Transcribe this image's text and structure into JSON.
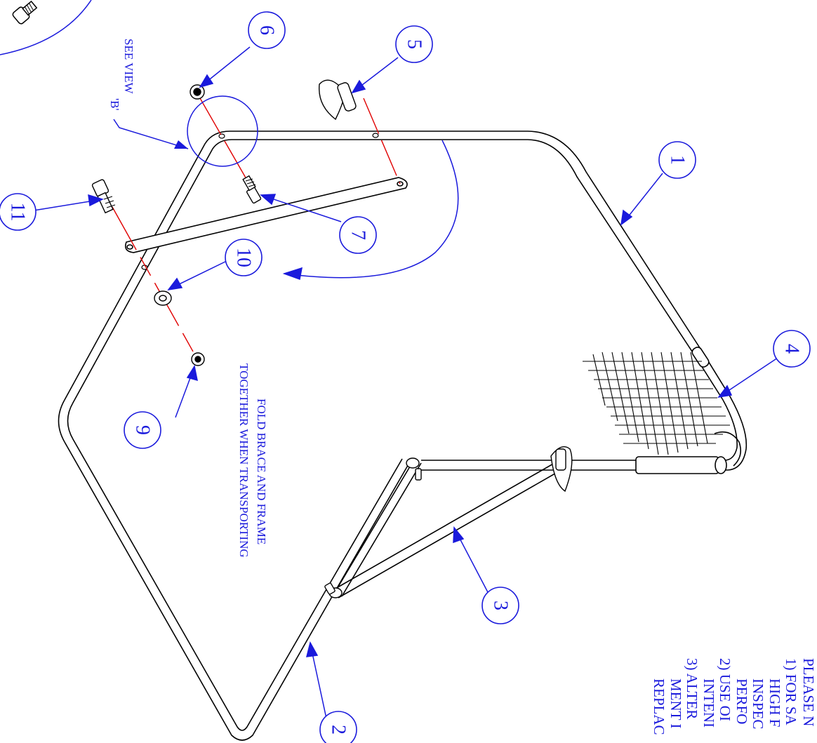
{
  "colors": {
    "callout": "#1a1adc",
    "line": "#000000",
    "center_line": "#e00000"
  },
  "callouts": [
    {
      "id": "1",
      "label": "1"
    },
    {
      "id": "2",
      "label": "2"
    },
    {
      "id": "3",
      "label": "3"
    },
    {
      "id": "4",
      "label": "4"
    },
    {
      "id": "5",
      "label": "5"
    },
    {
      "id": "6",
      "label": "6"
    },
    {
      "id": "7",
      "label": "7"
    },
    {
      "id": "9",
      "label": "9"
    },
    {
      "id": "10",
      "label": "10"
    },
    {
      "id": "11",
      "label": "11"
    }
  ],
  "see_view": {
    "line1": "SEE VIEW",
    "line2": "'B'"
  },
  "fold_note": {
    "line1": "FOLD BRACE AND FRAME",
    "line2": "TOGETHER WHEN TRANSPORTING"
  },
  "notes": {
    "heading": "PLEASE N",
    "line1": "1) FOR SA",
    "line2": "HIGH F",
    "line3": "INSPEC",
    "line4": "PERFO",
    "line5": "2) USE OI",
    "line6": "INTENI",
    "line7": "3) ALTER",
    "line8": "MENT I",
    "line9": "REPLAC"
  }
}
